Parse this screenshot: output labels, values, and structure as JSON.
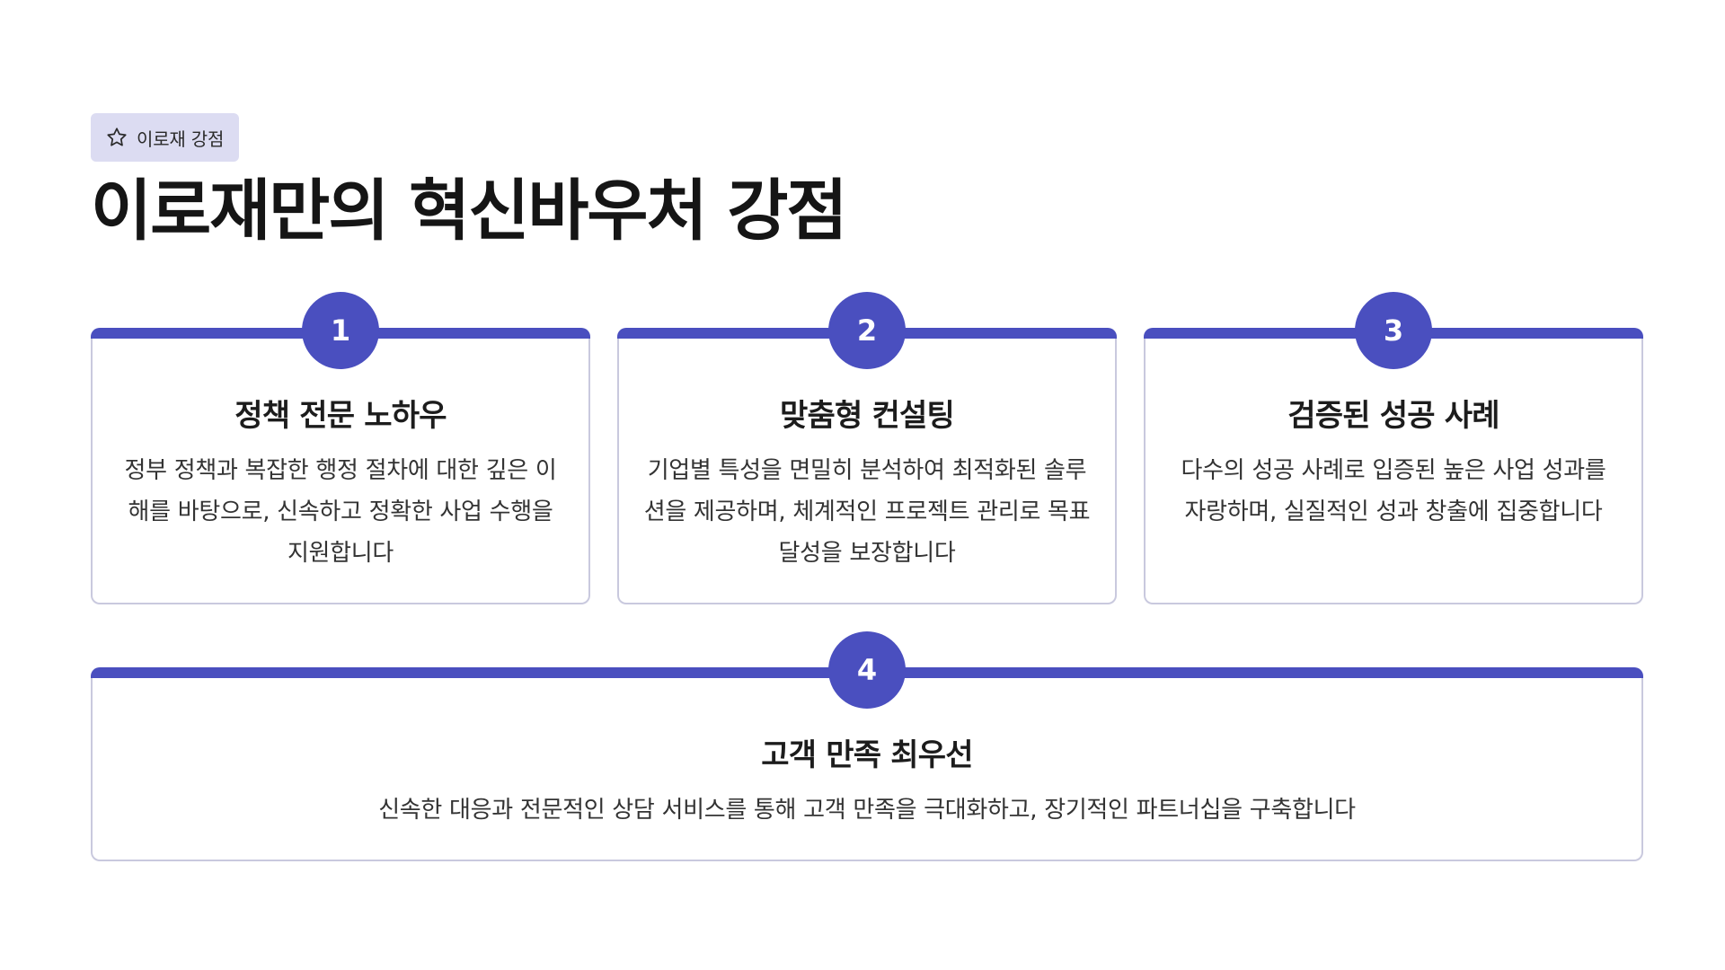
{
  "header": {
    "badge_label": "이로재 강점",
    "badge_icon": "star-icon",
    "title": "이로재만의 혁신바우처 강점"
  },
  "theme": {
    "accent": "#4a4fbf",
    "badge_bg": "#dcdcf2",
    "card_border": "#c9c9de"
  },
  "cards": [
    {
      "number": "1",
      "title": "정책 전문 노하우",
      "description": "정부 정책과 복잡한 행정 절차에 대한 깊은 이해를 바탕으로, 신속하고 정확한 사업 수행을 지원합니다"
    },
    {
      "number": "2",
      "title": "맞춤형 컨설팅",
      "description": "기업별 특성을 면밀히 분석하여 최적화된 솔루션을 제공하며, 체계적인 프로젝트 관리로 목표 달성을 보장합니다"
    },
    {
      "number": "3",
      "title": "검증된 성공 사례",
      "description": "다수의 성공 사례로 입증된 높은 사업 성과를 자랑하며, 실질적인 성과 창출에 집중합니다"
    },
    {
      "number": "4",
      "title": "고객 만족 최우선",
      "description": "신속한 대응과 전문적인 상담 서비스를 통해 고객 만족을 극대화하고, 장기적인 파트너십을 구축합니다"
    }
  ]
}
